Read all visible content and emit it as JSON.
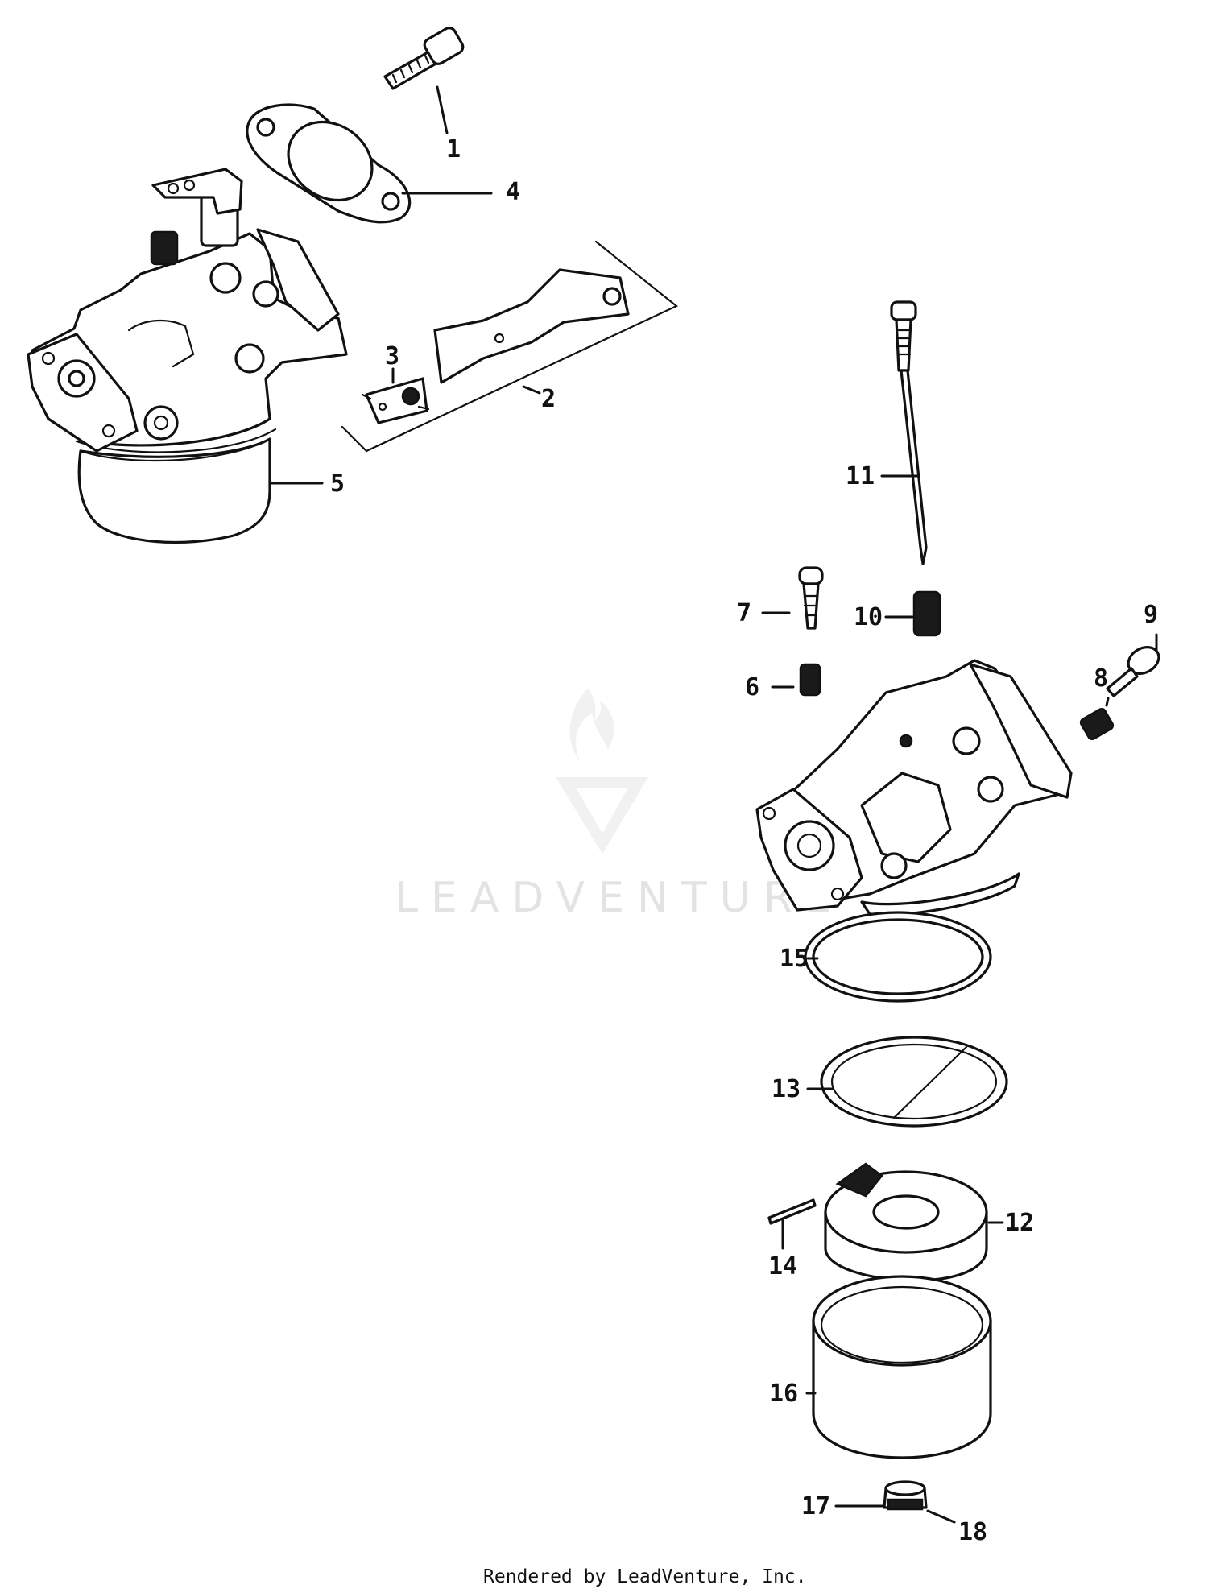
{
  "watermark": {
    "text": "LEADVENTURE"
  },
  "footer": {
    "text": "Rendered by LeadVenture, Inc."
  },
  "callouts": [
    {
      "id": "1",
      "label": "1"
    },
    {
      "id": "2",
      "label": "2"
    },
    {
      "id": "3",
      "label": "3"
    },
    {
      "id": "4",
      "label": "4"
    },
    {
      "id": "5",
      "label": "5"
    },
    {
      "id": "6",
      "label": "6"
    },
    {
      "id": "7",
      "label": "7"
    },
    {
      "id": "8",
      "label": "8"
    },
    {
      "id": "9",
      "label": "9"
    },
    {
      "id": "10",
      "label": "10"
    },
    {
      "id": "11",
      "label": "11"
    },
    {
      "id": "12",
      "label": "12"
    },
    {
      "id": "13",
      "label": "13"
    },
    {
      "id": "14",
      "label": "14"
    },
    {
      "id": "15",
      "label": "15"
    },
    {
      "id": "16",
      "label": "16"
    },
    {
      "id": "17",
      "label": "17"
    },
    {
      "id": "18",
      "label": "18"
    }
  ]
}
